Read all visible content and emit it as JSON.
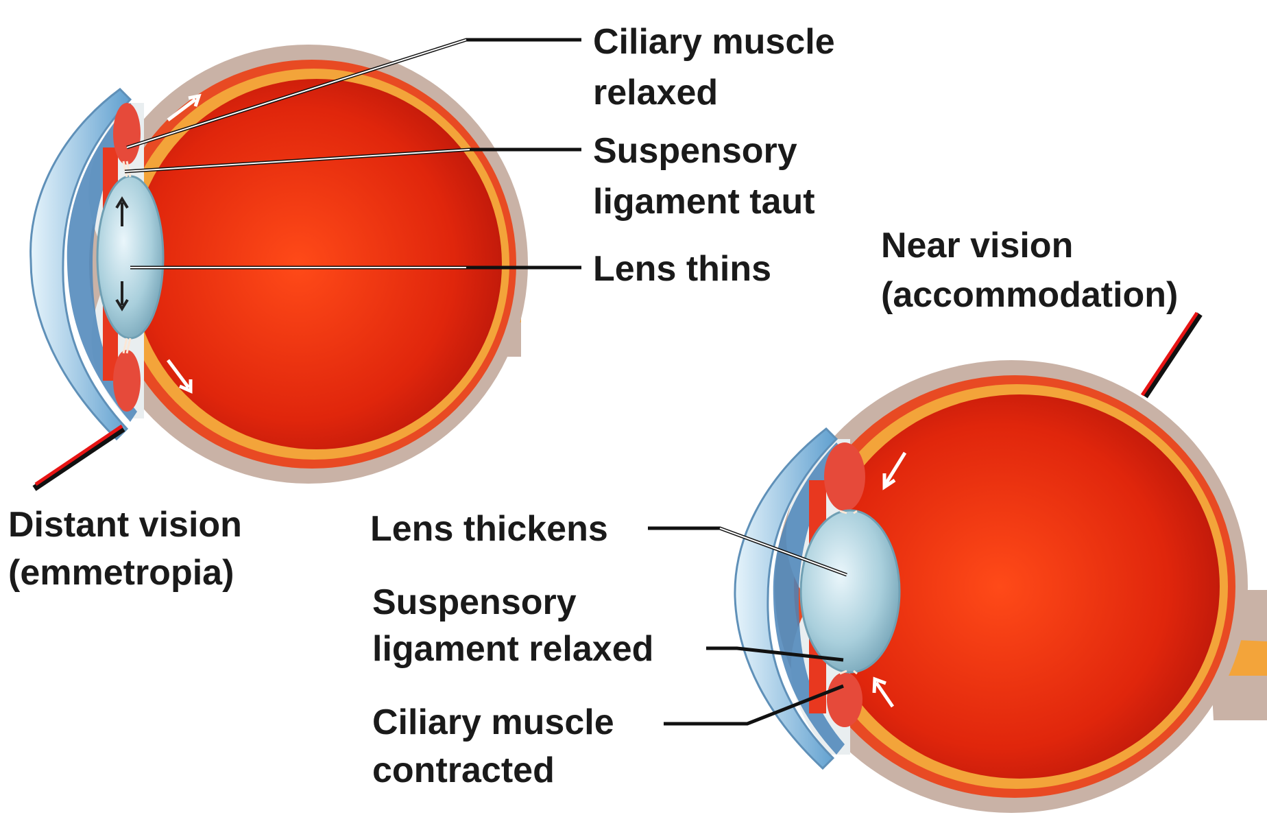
{
  "distant": {
    "title_line1": "Distant vision",
    "title_line2": "(emmetropia)",
    "ciliary_line1": "Ciliary muscle",
    "ciliary_line2": "relaxed",
    "ligament_line1": "Suspensory",
    "ligament_line2": "ligament taut",
    "lens": "Lens thins"
  },
  "near": {
    "title_line1": "Near vision",
    "title_line2": "(accommodation)",
    "lens": "Lens thickens",
    "ligament_line1": "Suspensory",
    "ligament_line2": "ligament relaxed",
    "ciliary_line1": "Ciliary muscle",
    "ciliary_line2": "contracted"
  },
  "colors": {
    "sclera": "#c9b2a6",
    "choroid": "#e84a23",
    "retina": "#f3a43a",
    "vitreous": "#e22a10",
    "cornea": "#bfe0f0",
    "iris": "#e8381f",
    "lens": "#9cc4d2",
    "leader": "#111111"
  }
}
